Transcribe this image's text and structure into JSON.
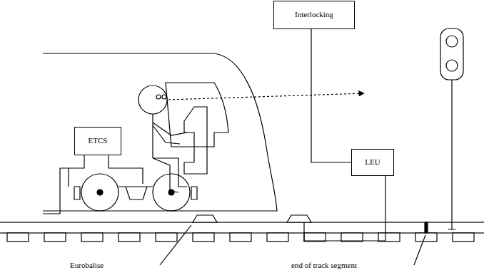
{
  "diagram": {
    "nodes": [
      {
        "text": [
          "Interlocking"
        ]
      },
      {
        "text": [
          "ETCS"
        ]
      },
      {
        "text": [
          "LEU"
        ]
      }
    ],
    "edges": [
      {
        "from": 0,
        "to": 2,
        "arrow": "none"
      }
    ],
    "labels": [
      "Eurobalise",
      "end of track segment"
    ]
  }
}
